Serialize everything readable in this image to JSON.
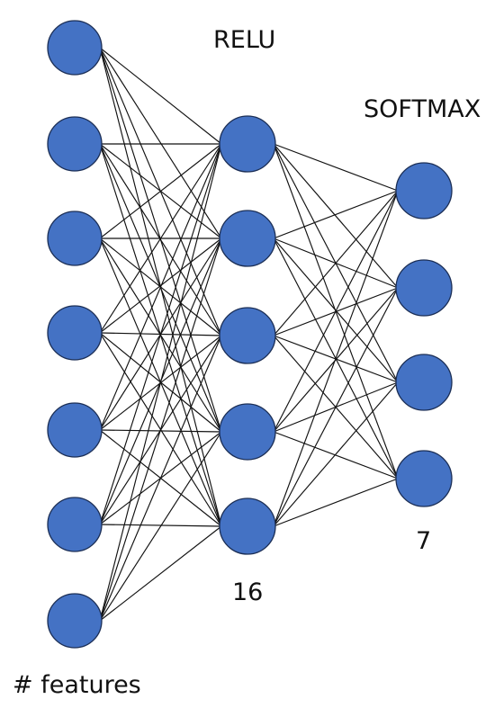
{
  "labels": {
    "activation_hidden": "RELU",
    "activation_output": "SOFTMAX",
    "input_caption": "# features",
    "hidden_count": "16",
    "output_count": "7"
  },
  "layers": [
    {
      "name": "input",
      "nodes_drawn": 7
    },
    {
      "name": "hidden",
      "nodes_drawn": 5
    },
    {
      "name": "output",
      "nodes_drawn": 4
    }
  ],
  "colors": {
    "node_fill": "#4472c4",
    "edge": "#111111",
    "text": "#111111"
  }
}
